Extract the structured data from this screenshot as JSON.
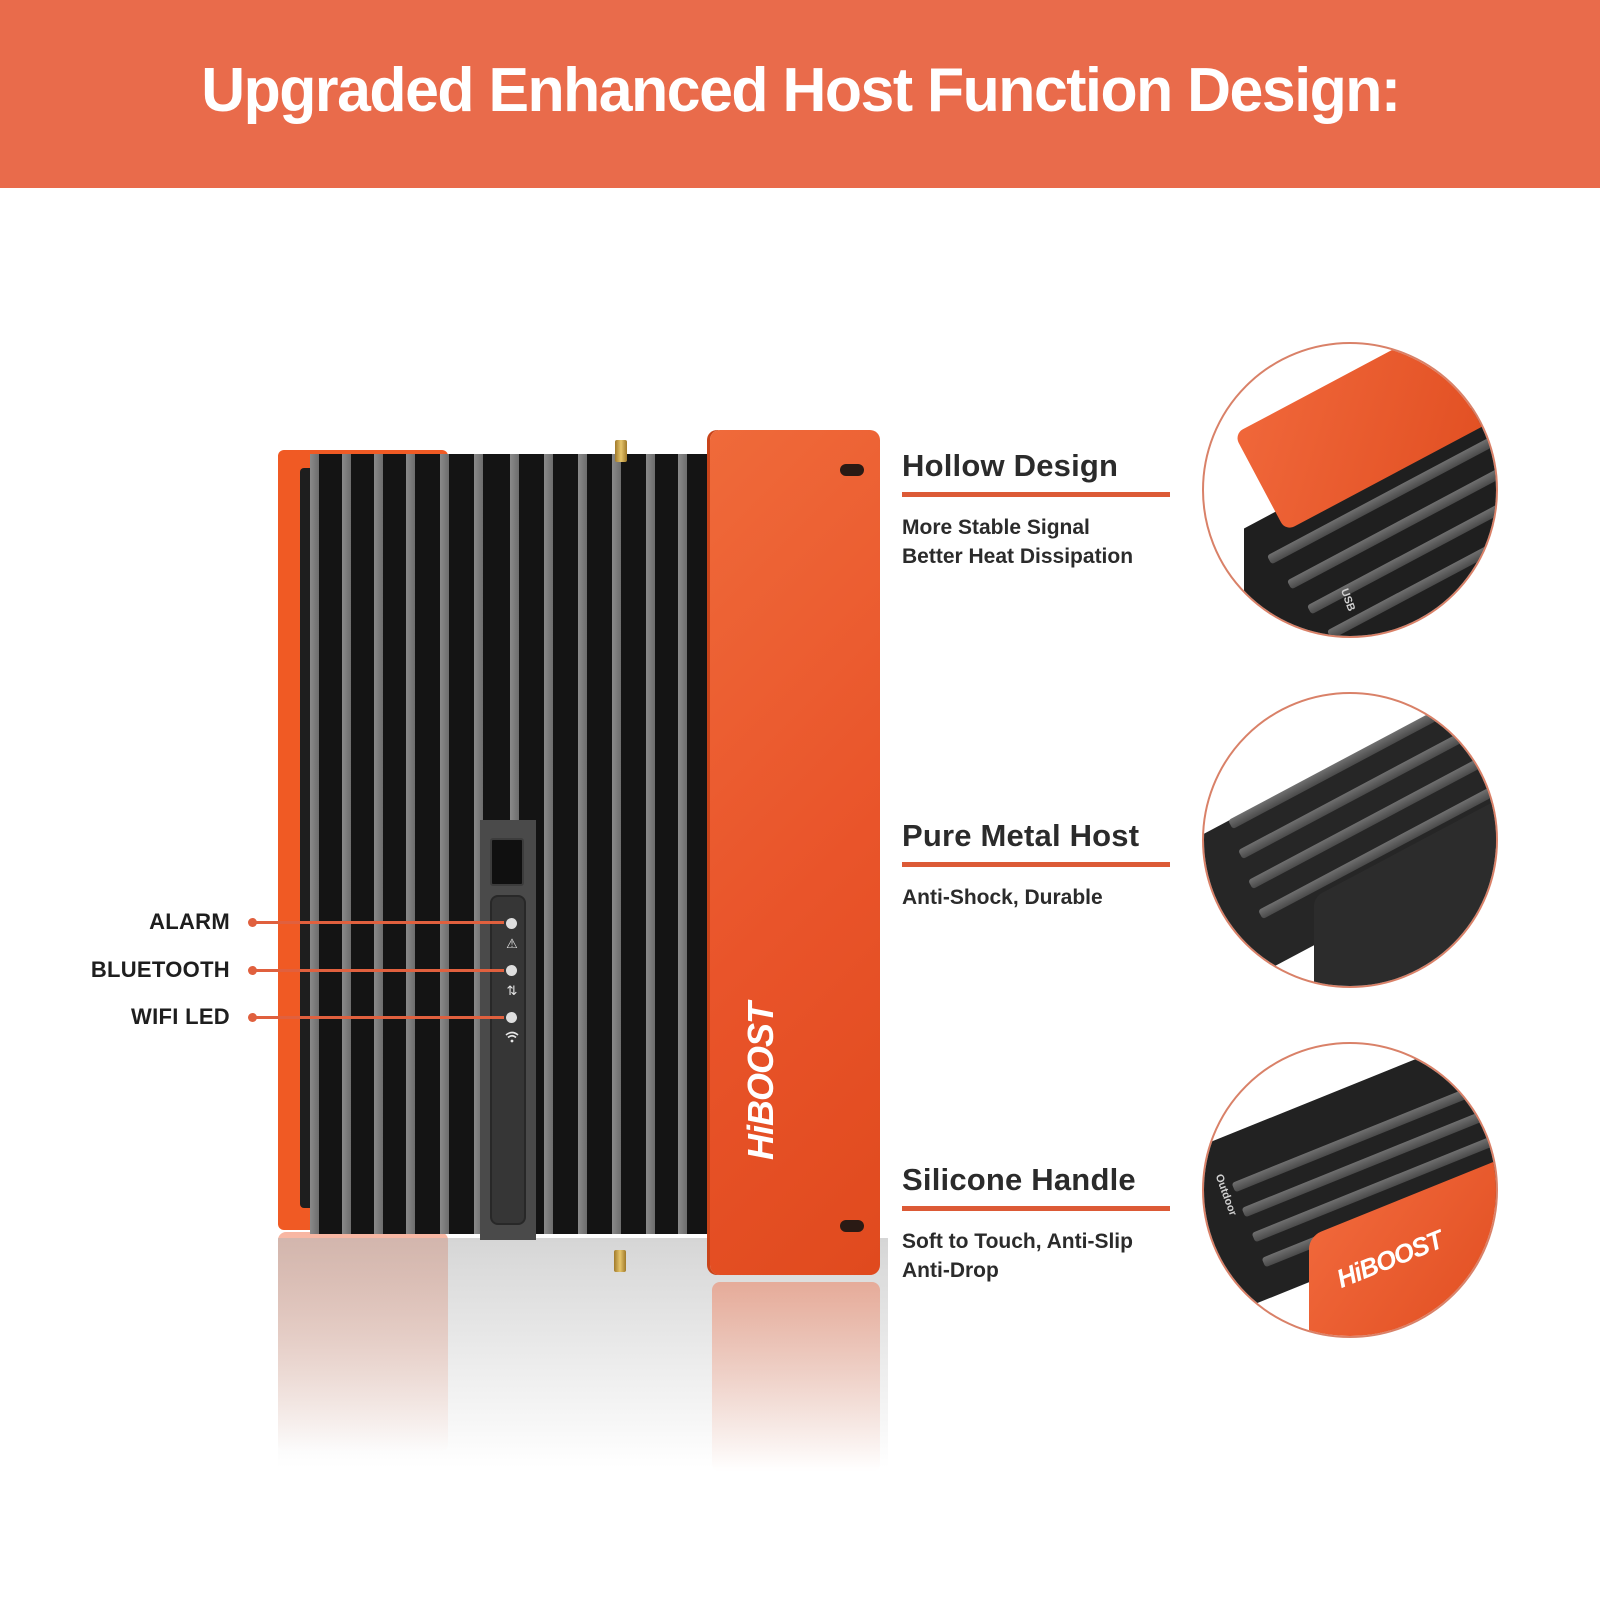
{
  "banner": {
    "title": "Upgraded Enhanced Host Function Design:",
    "background_color": "#e96b4b",
    "text_color": "#ffffff"
  },
  "product": {
    "brand_logo": "HiBOOST",
    "led_indicators": [
      {
        "label": "ALARM",
        "icon": "warning-triangle-icon"
      },
      {
        "label": "BLUETOOTH",
        "icon": "bluetooth-arrows-icon"
      },
      {
        "label": "WIFI LED",
        "icon": "wifi-icon"
      }
    ],
    "accent_color": "#f05a24",
    "body_color": "#141414"
  },
  "features": [
    {
      "title": "Hollow Design",
      "description_lines": [
        "More Stable Signal",
        "Better Heat Dissipation"
      ],
      "detail_image_label": "USB"
    },
    {
      "title": "Pure Metal Host",
      "description_lines": [
        "Anti-Shock, Durable"
      ]
    },
    {
      "title": "Silicone Handle",
      "description_lines": [
        "Soft to Touch, Anti-Slip",
        "Anti-Drop"
      ],
      "detail_image_label": "Outdoor",
      "detail_image_logo": "HiBOOST"
    }
  ],
  "colors": {
    "rule_color": "#dc5a36",
    "heading_color": "#2b2b2b",
    "circle_border": "#d98168"
  }
}
